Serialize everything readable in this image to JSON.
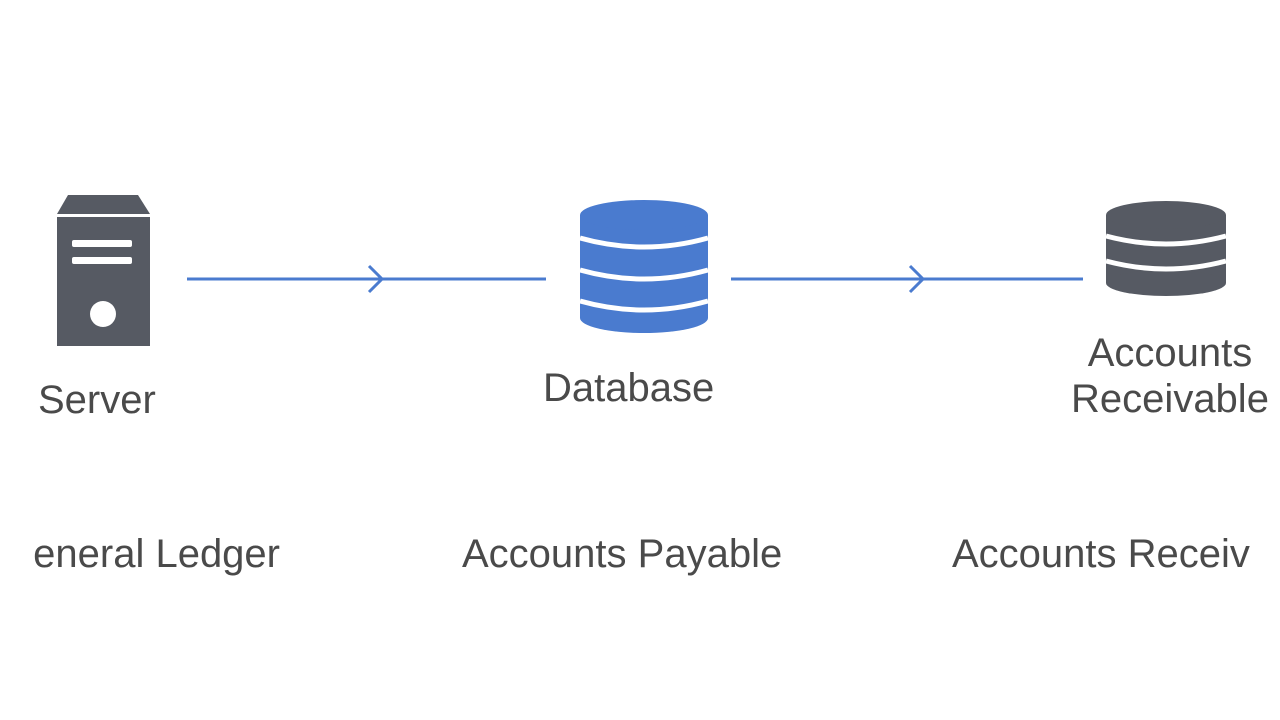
{
  "colors": {
    "accent": "#4a7bcf",
    "icon_gray": "#565a63",
    "text": "#4a4a4a",
    "background": "#ffffff"
  },
  "nodes": [
    {
      "icon": "server-icon",
      "label": "Server"
    },
    {
      "icon": "database-icon",
      "label": "Database"
    },
    {
      "icon": "database-icon",
      "label_line1": "Accounts",
      "label_line2": "Receivable"
    }
  ],
  "captions": {
    "left": "eneral Ledger",
    "middle": "Accounts Payable",
    "right": "Accounts Receiv"
  }
}
